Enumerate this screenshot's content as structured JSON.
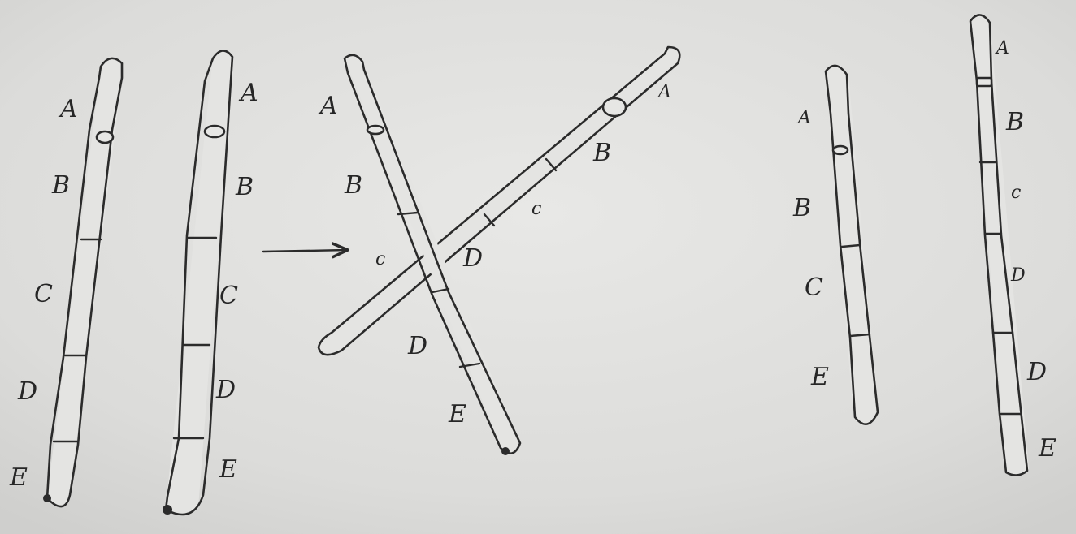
{
  "diagram": {
    "chromosomes": [
      {
        "id": "chromosome-1",
        "labels": [
          "A",
          "B",
          "C",
          "D",
          "E"
        ]
      },
      {
        "id": "chromosome-2",
        "labels": [
          "A",
          "B",
          "C",
          "D",
          "E"
        ]
      },
      {
        "id": "crossing-left",
        "labels": [
          "A",
          "B",
          "c",
          "D",
          "E"
        ]
      },
      {
        "id": "crossing-right",
        "labels": [
          "A",
          "B",
          "c",
          "D"
        ]
      },
      {
        "id": "result-short",
        "labels": [
          "A",
          "B",
          "C",
          "E"
        ]
      },
      {
        "id": "result-long",
        "labels": [
          "A",
          "B",
          "c",
          "D",
          "D",
          "E"
        ]
      }
    ]
  }
}
